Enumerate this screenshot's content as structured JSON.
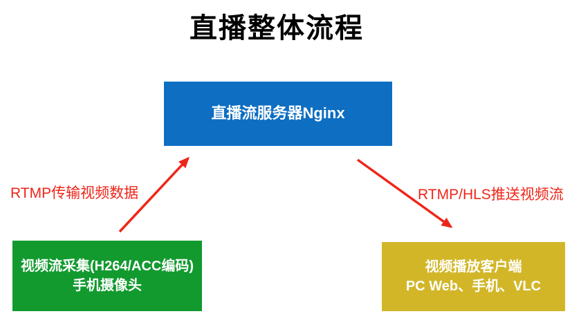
{
  "title": "直播整体流程",
  "colors": {
    "server_box": "#0D6EC2",
    "capture_box": "#129A2F",
    "client_box": "#D2B628",
    "arrow": "#EE2619",
    "edge_label_text": "#EE2619",
    "box_text": "#FFFFFF",
    "title_text": "#000000",
    "background": "#FFFFFF"
  },
  "nodes": {
    "server": {
      "label": "直播流服务器Nginx"
    },
    "capture": {
      "lines": [
        "视频流采集(H264/ACC编码)",
        "手机摄像头"
      ]
    },
    "client": {
      "lines": [
        "视频播放客户端",
        "PC Web、手机、VLC"
      ]
    }
  },
  "edges": {
    "left": {
      "label": "RTMP传输视频数据",
      "from": "capture",
      "to": "server"
    },
    "right": {
      "label": "RTMP/HLS推送视频流",
      "from": "server",
      "to": "client"
    }
  }
}
